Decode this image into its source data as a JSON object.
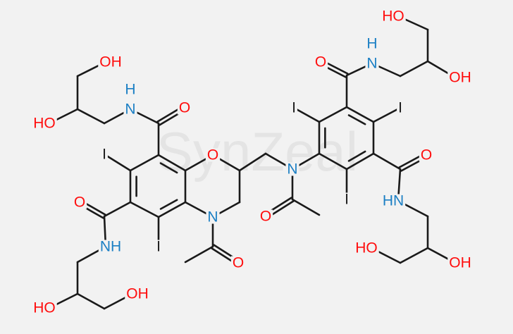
{
  "watermark": "SynZeal",
  "colors": {
    "oxygen": "#ff0d0d",
    "nitrogen": "#1b7fc4",
    "iodine": "#1a1a1a",
    "bond": "#1a1a1a",
    "background": "#f2f2f2"
  },
  "molecule": {
    "atom_labels": [
      "OH",
      "HO",
      "N",
      "H",
      "O",
      "I",
      "O",
      "NH",
      "HO",
      "OH",
      "I",
      "O",
      "N",
      "O",
      "N",
      "O",
      "I",
      "I",
      "I",
      "O",
      "N",
      "H",
      "OH",
      "HO",
      "O",
      "HN",
      "OH",
      "HO"
    ],
    "atom_elements": [
      "O",
      "O",
      "N",
      "N",
      "O",
      "I",
      "O",
      "N",
      "O",
      "O",
      "I",
      "O",
      "N",
      "O",
      "N",
      "O",
      "I",
      "I",
      "I",
      "O",
      "N",
      "N",
      "O",
      "O",
      "O",
      "N",
      "O",
      "O"
    ]
  }
}
